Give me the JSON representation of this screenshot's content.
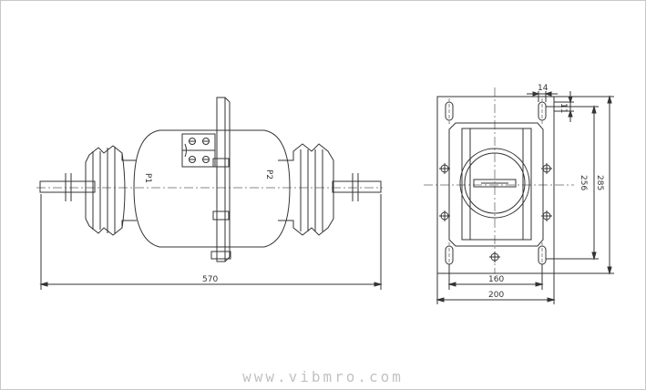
{
  "side_view": {
    "terminal_left": "P1",
    "terminal_right": "P2",
    "dim_length": "570"
  },
  "front_view": {
    "dim_hole": "14",
    "dim_offset": "11",
    "dim_hole_spacing_v": "256",
    "dim_plate_height": "285",
    "dim_hole_spacing_h": "160",
    "dim_plate_width": "200"
  },
  "watermark": "www.vibmro.com",
  "colors": {
    "line": "#333333",
    "center_line": "#888888",
    "watermark": "#c2c2c2"
  }
}
